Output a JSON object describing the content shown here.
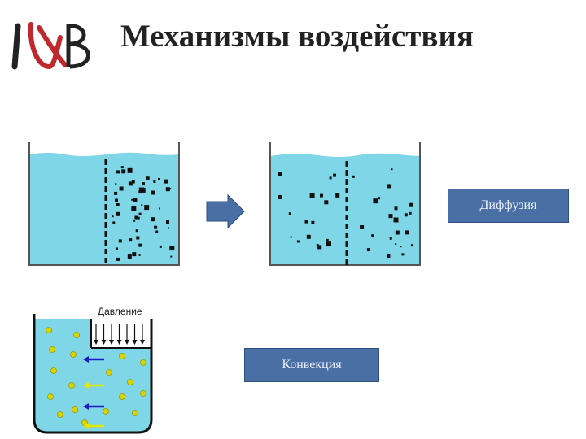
{
  "slide": {
    "title": "Механизмы воздействия"
  },
  "logo": {
    "text": "ИВ",
    "icon": "ib-logo",
    "colors": {
      "primary": "#222222",
      "accent": "#c0282d"
    }
  },
  "diffusion": {
    "label": "Диффузия",
    "arrow_icon": "right-arrow-icon"
  },
  "convection": {
    "label": "Конвекция",
    "pressure_label": "Давление"
  },
  "colors": {
    "water": "#7fd6e6",
    "label_box": "#4a6fa5",
    "particles": "#111111",
    "yellow_particles": "#d8d400",
    "blue_arrows": "#1a1acc",
    "yellow_arrows": "#e6e600"
  }
}
